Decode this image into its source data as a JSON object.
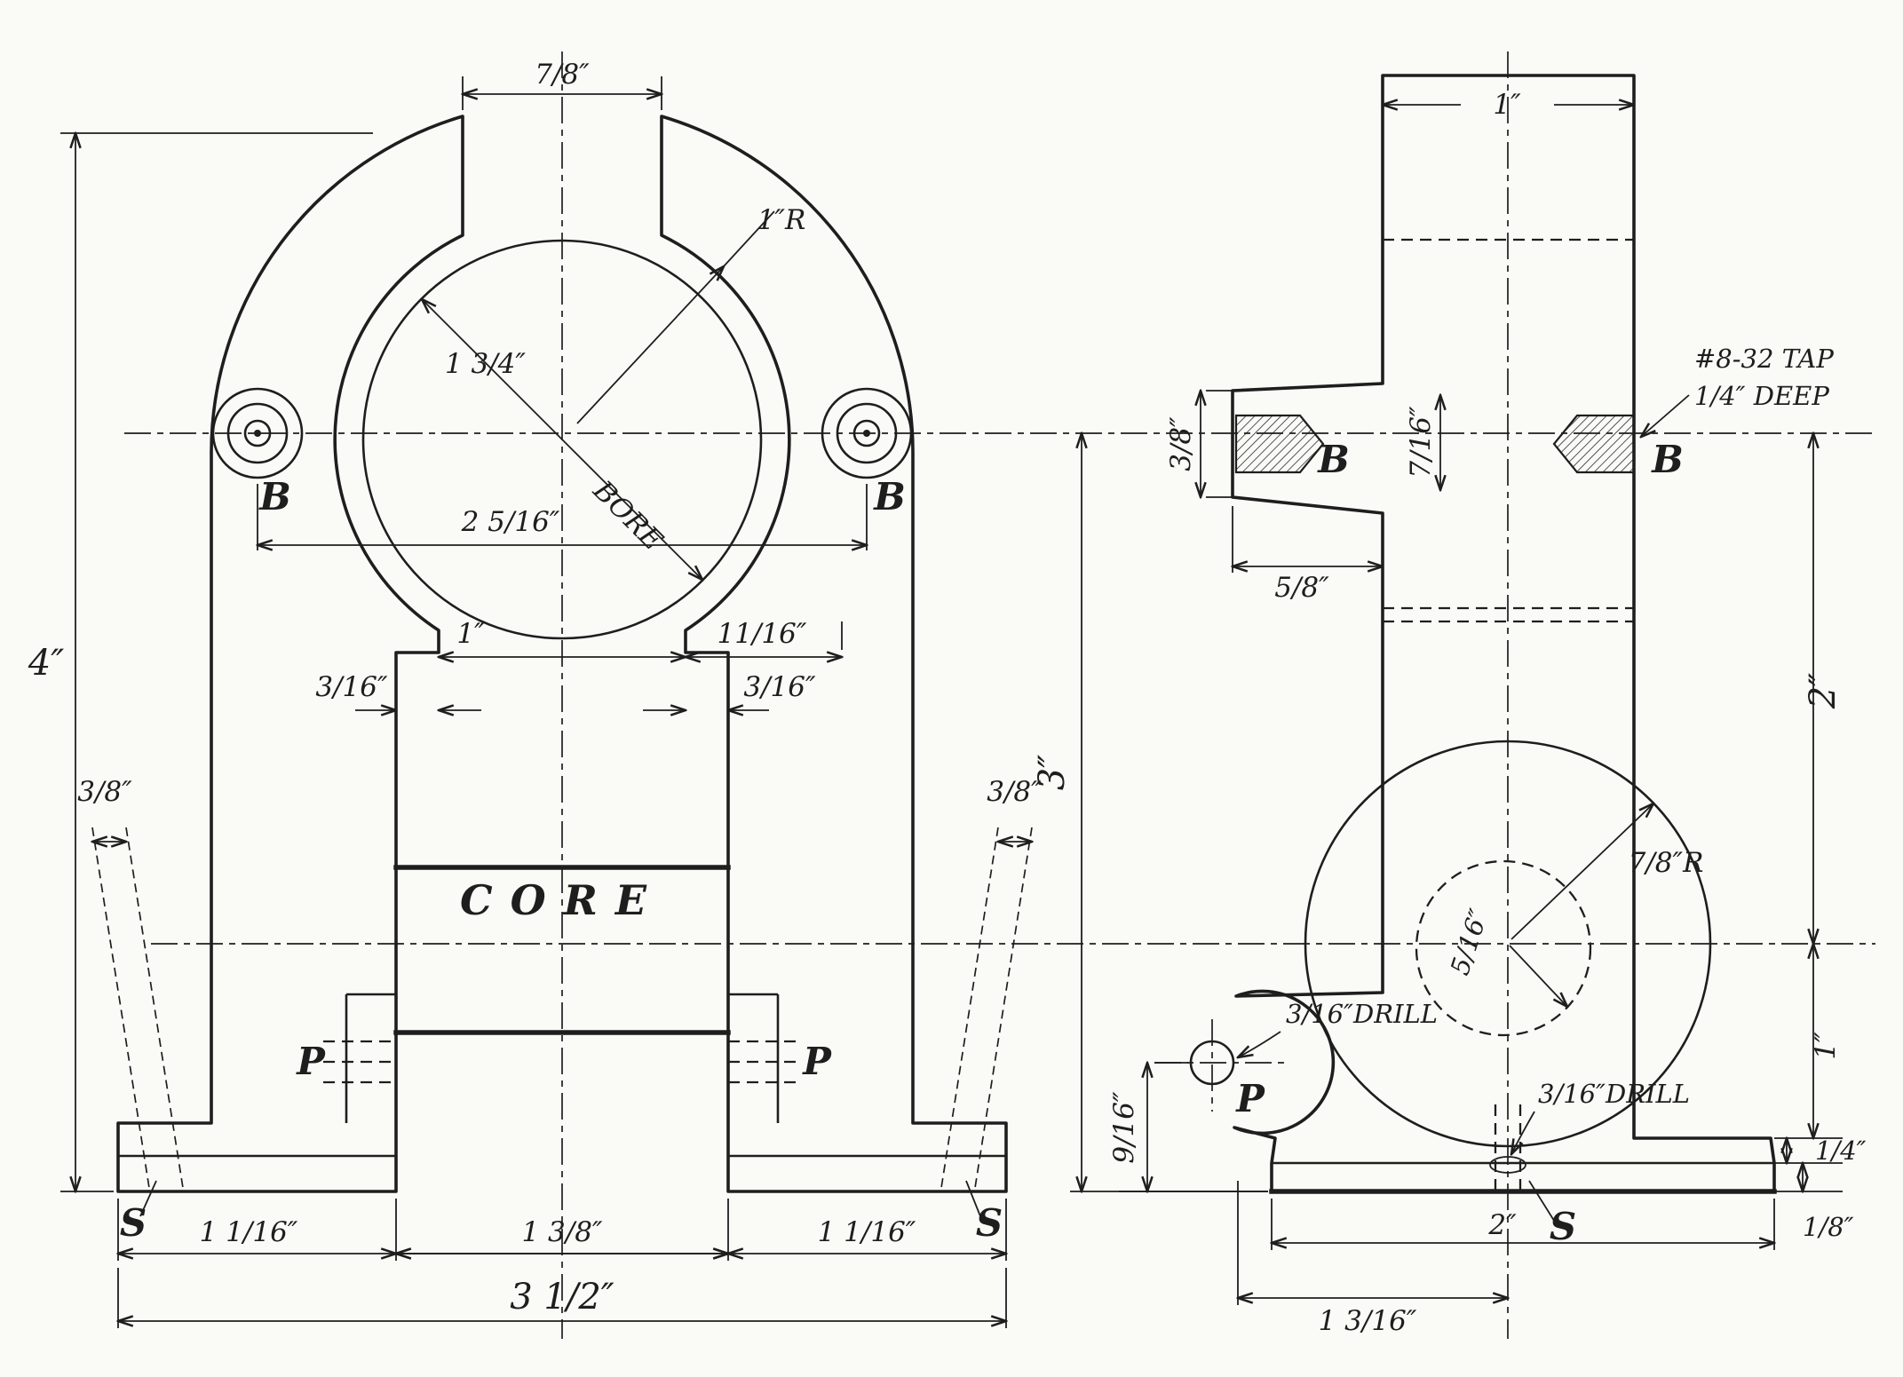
{
  "sheet": {
    "paper_color": "#fafaf7",
    "ink_color": "#1e1e1e"
  },
  "front_view": {
    "dim_gap_width": "7/8″",
    "dim_overall_height": "4″",
    "dim_inner_radius": "1″R",
    "dim_bore": "1 3/4″",
    "bore_word": "BORE",
    "dim_boss_span": "2 5/16″",
    "label_boss_left": "B",
    "label_boss_right": "B",
    "dim_pole_gap": "1″",
    "dim_lobe_width": "11/16″",
    "dim_notch_left": "3/16″",
    "dim_notch_right": "3/16″",
    "label_core": "CORE",
    "label_pad_left": "P",
    "label_pad_right": "P",
    "dim_foot_lip_left": "3/8″",
    "dim_foot_lip_right": "3/8″",
    "label_slope_left": "S",
    "label_slope_right": "S",
    "dim_foot_left": "1 1/16″",
    "dim_feet_gap": "1 3/8″",
    "dim_foot_right": "1 1/16″",
    "dim_overall_width": "3 1/2″"
  },
  "side_view": {
    "dim_column_width": "1″",
    "note_tap_size": "#8-32 TAP",
    "note_tap_depth": "1/4″ DEEP",
    "dim_boss_thickness": "3/8″",
    "dim_tap_position": "7/16″",
    "label_boss_left": "B",
    "label_boss_right": "B",
    "dim_boss_length": "5/8″",
    "dim_column_height": "3″",
    "dim_core_boss_radius": "7/8″R",
    "dim_hub_radius": "5/16″",
    "note_drill_pad": "3/16″DRILL",
    "label_pad": "P",
    "dim_pad_height": "9/16″",
    "note_drill_base": "3/16″DRILL",
    "dim_upper_height": "2″",
    "dim_lower_height": "1″",
    "dim_flange_step": "1/4″",
    "dim_base_thickness": "1/8″",
    "dim_base_width": "2″",
    "label_slope": "S",
    "dim_pad_offset": "1 3/16″"
  }
}
